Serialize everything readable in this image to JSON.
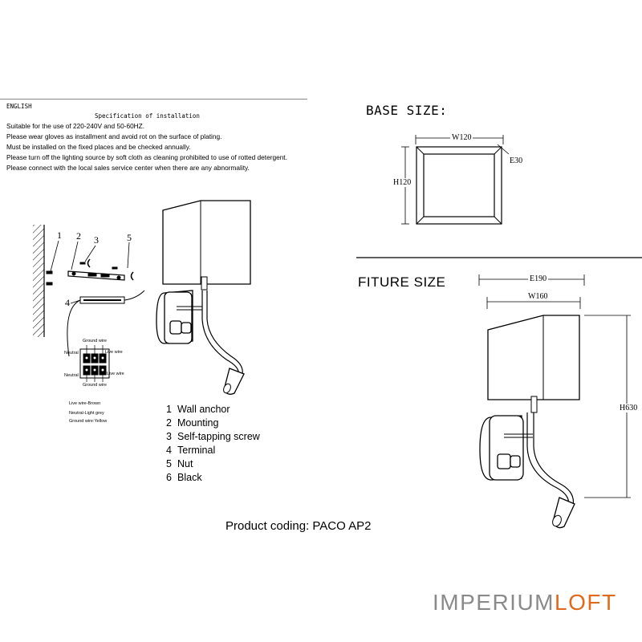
{
  "spec": {
    "language": "ENGLISH",
    "heading": "Specification of installation",
    "lines": [
      "Suitable for the use of 220-240V and 50-60HZ.",
      "Please wear gloves as installment and avoid rot on the surface of plating.",
      "Must be installed on the fixed places and be checked annually.",
      "Please turn off the lighting source by soft cloth as cleaning prohibited to use of rotted detergent.",
      "Please connect with the local sales service center when there are any abnormality."
    ]
  },
  "base": {
    "title": "BASE SIZE:",
    "width": "W120",
    "height": "H120",
    "depth": "E30"
  },
  "fixture": {
    "title": "FITURE SIZE",
    "depth": "E190",
    "width": "W160",
    "height": "H630"
  },
  "installation": {
    "callouts": [
      "1",
      "2",
      "3",
      "5",
      "4"
    ],
    "wiring_labels": {
      "ground_top": "Ground wire",
      "neutral_left": "Neutral",
      "live_right": "Live wire",
      "neutral_bottom": "Neutral",
      "live_bottom": "Live wire",
      "ground_bottom": "Ground wire"
    },
    "wire_colors": [
      "Live wire-Brown",
      "Neutral-Light grey",
      "Ground wire:Yellow"
    ]
  },
  "legend": [
    {
      "num": "1",
      "label": "Wall anchor"
    },
    {
      "num": "2",
      "label": "Mounting"
    },
    {
      "num": "3",
      "label": "Self-tapping screw"
    },
    {
      "num": "4",
      "label": "Terminal"
    },
    {
      "num": "5",
      "label": "Nut"
    },
    {
      "num": "6",
      "label": "Black"
    }
  ],
  "product_coding": "Product coding: PACO AP2",
  "brand": {
    "part1": "IMPERIUM",
    "part2": "LOFT",
    "color1": "#8a8a8a",
    "color2": "#e06a1c"
  }
}
